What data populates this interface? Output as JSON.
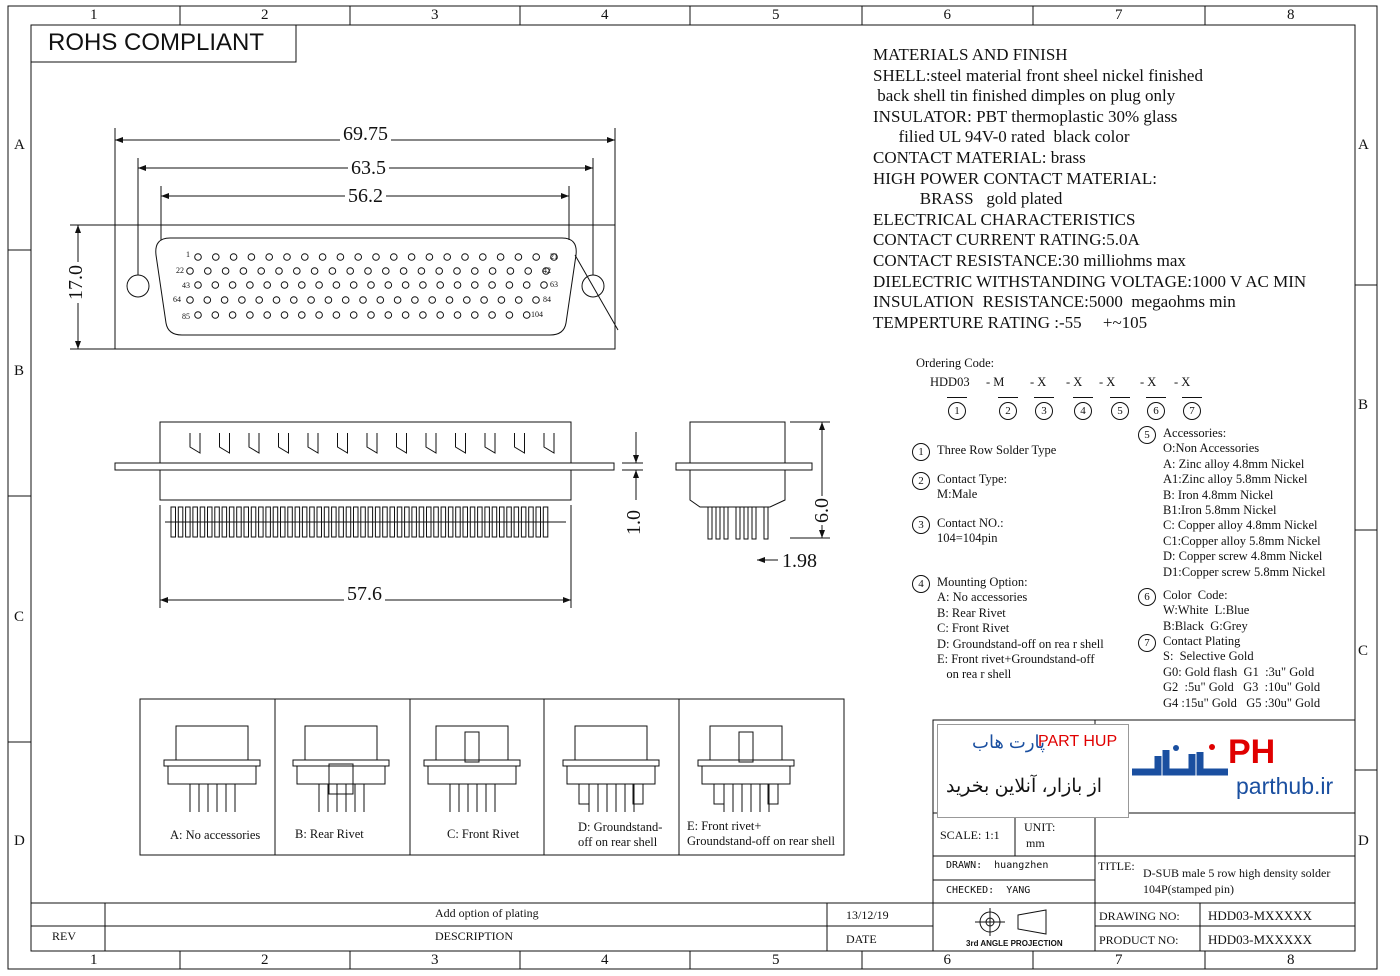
{
  "frame": {
    "col_labels": [
      "1",
      "2",
      "3",
      "4",
      "5",
      "6",
      "7",
      "8"
    ],
    "row_labels": [
      "A",
      "B",
      "C",
      "D"
    ]
  },
  "rohs": "ROHS COMPLIANT",
  "dimensions": {
    "w1": "69.75",
    "w2": "63.5",
    "w3": "56.2",
    "h": "17.0",
    "w_bottom": "57.6",
    "t1": "1.0",
    "side_h": "6.0",
    "side_w": "1.98"
  },
  "pin_labels": {
    "row1_start": "1",
    "row1_end": "21",
    "row2_start": "22",
    "row2_end": "42",
    "row3_start": "43",
    "row3_end": "63",
    "row4_start": "64",
    "row4_end": "84",
    "row5_start": "85",
    "row5_end": "104"
  },
  "materials": [
    "MATERIALS AND FINISH",
    "SHELL:steel material front sheel nickel finished",
    " back shell tin finished dimples on plug only",
    "INSULATOR: PBT thermoplastic 30% glass",
    "      filied UL 94V-0 rated  black color",
    "CONTACT MATERIAL: brass",
    "HIGH POWER CONTACT MATERIAL:",
    "           BRASS   gold plated",
    "ELECTRICAL CHARACTERISTICS",
    "CONTACT CURRENT RATING:5.0A",
    "CONTACT RESISTANCE:30 milliohms max",
    "DIELECTRIC WITHSTANDING VOLTAGE:1000 V AC MIN",
    "INSULATION  RESISTANCE:5000  megaohms min",
    "TEMPERTURE RATING :-55     +~105"
  ],
  "ordering": {
    "title": "Ordering Code:",
    "code": [
      "HDD03",
      "- M",
      "- X",
      "- X",
      "- X",
      "- X",
      "- X"
    ],
    "nums": [
      "1",
      "2",
      "3",
      "4",
      "5",
      "6",
      "7"
    ]
  },
  "options_left": [
    {
      "num": "1",
      "lines": [
        "Three Row Solder Type"
      ]
    },
    {
      "num": "2",
      "lines": [
        "Contact Type:",
        "M:Male"
      ]
    },
    {
      "num": "3",
      "lines": [
        "Contact NO.:",
        "104=104pin"
      ]
    },
    {
      "num": "4",
      "lines": [
        "Mounting Option:",
        "A: No accessories",
        "B: Rear Rivet",
        "C: Front Rivet",
        "D: Groundstand-off on rea r shell",
        "E: Front rivet+Groundstand-off",
        "   on rea r shell"
      ]
    }
  ],
  "options_right": [
    {
      "num": "5",
      "lines": [
        "Accessories:",
        "O:Non Accessories",
        "A: Zinc alloy 4.8mm Nickel",
        "A1:Zinc alloy 5.8mm Nickel",
        "B: Iron 4.8mm Nickel",
        "B1:Iron 5.8mm Nickel",
        "C: Copper alloy 4.8mm Nickel",
        "C1:Copper alloy 5.8mm Nickel",
        "D: Copper screw 4.8mm Nickel",
        "D1:Copper screw 5.8mm Nickel"
      ]
    },
    {
      "num": "6",
      "lines": [
        "Color  Code:",
        "W:White  L:Blue",
        "B:Black  G:Grey"
      ]
    },
    {
      "num": "7",
      "lines": [
        "Contact Plating",
        "S:  Selective Gold",
        "G0: Gold flash  G1  :3u\" Gold",
        "G2  :5u\" Gold   G3  :10u\" Gold",
        "G4 :15u\" Gold   G5 :30u\" Gold"
      ]
    }
  ],
  "mounting_panels": [
    {
      "label": "A: No accessories"
    },
    {
      "label": "B: Rear Rivet"
    },
    {
      "label": "C: Front Rivet"
    },
    {
      "label": "D: Groundstand-\noff on rear shell"
    },
    {
      "label": "E: Front rivet+\nGroundstand-off on rear shell"
    }
  ],
  "logo": {
    "fa_name": "پارت هاب",
    "en_name": "PART HUP",
    "fa_tagline": "از بازار، آنلاین بخرید",
    "url": "parthub.ir",
    "mark": "PH"
  },
  "title_block": {
    "scale": "SCALE: 1:1",
    "unit_label": "UNIT:",
    "unit": "mm",
    "drawn": "DRAWN:  huangzhen",
    "checked": "CHECKED:  YANG",
    "title_label": "TITLE:",
    "title_line1": "D-SUB male 5 row high density solder",
    "title_line2": "104P(stamped pin)",
    "projection": "3rd ANGLE PROJECTION",
    "drawing_no_label": "DRAWING NO:",
    "drawing_no": "HDD03-MXXXXX",
    "product_no_label": "PRODUCT NO:",
    "product_no": "HDD03-MXXXXX",
    "rev_label": "REV",
    "desc_label": "DESCRIPTION",
    "date_label": "DATE",
    "rev_desc": "Add option of plating",
    "rev_date": "13/12/19"
  }
}
